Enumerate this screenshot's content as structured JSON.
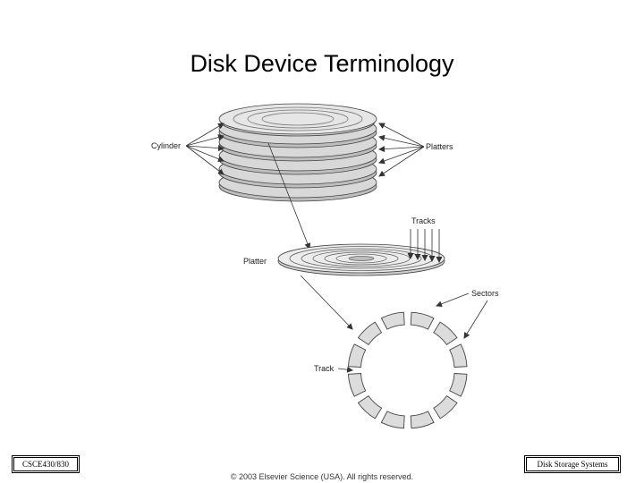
{
  "title": "Disk Device Terminology",
  "labels": {
    "cylinder": "Cylinder",
    "platters": "Platters",
    "tracks": "Tracks",
    "platter": "Platter",
    "sectors": "Sectors",
    "track": "Track"
  },
  "footer": {
    "left": "CSCE430/830",
    "right": "Disk Storage Systems",
    "copyright": "© 2003 Elsevier Science (USA). All rights reserved."
  }
}
